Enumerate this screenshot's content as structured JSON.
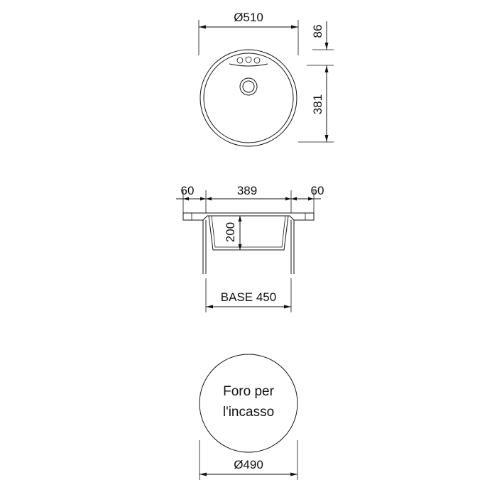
{
  "top_view": {
    "diameter_label": "Ø510",
    "offset_label": "86",
    "height_label": "381"
  },
  "side_view": {
    "left_rim_label": "60",
    "bowl_width_label": "389",
    "right_rim_label": "60",
    "depth_label": "200",
    "base_label": "BASE 450"
  },
  "cutout_view": {
    "label_line1": "Foro per",
    "label_line2": "l'incasso",
    "diameter_label": "Ø490"
  },
  "colors": {
    "line": "#111111",
    "background": "#ffffff"
  }
}
